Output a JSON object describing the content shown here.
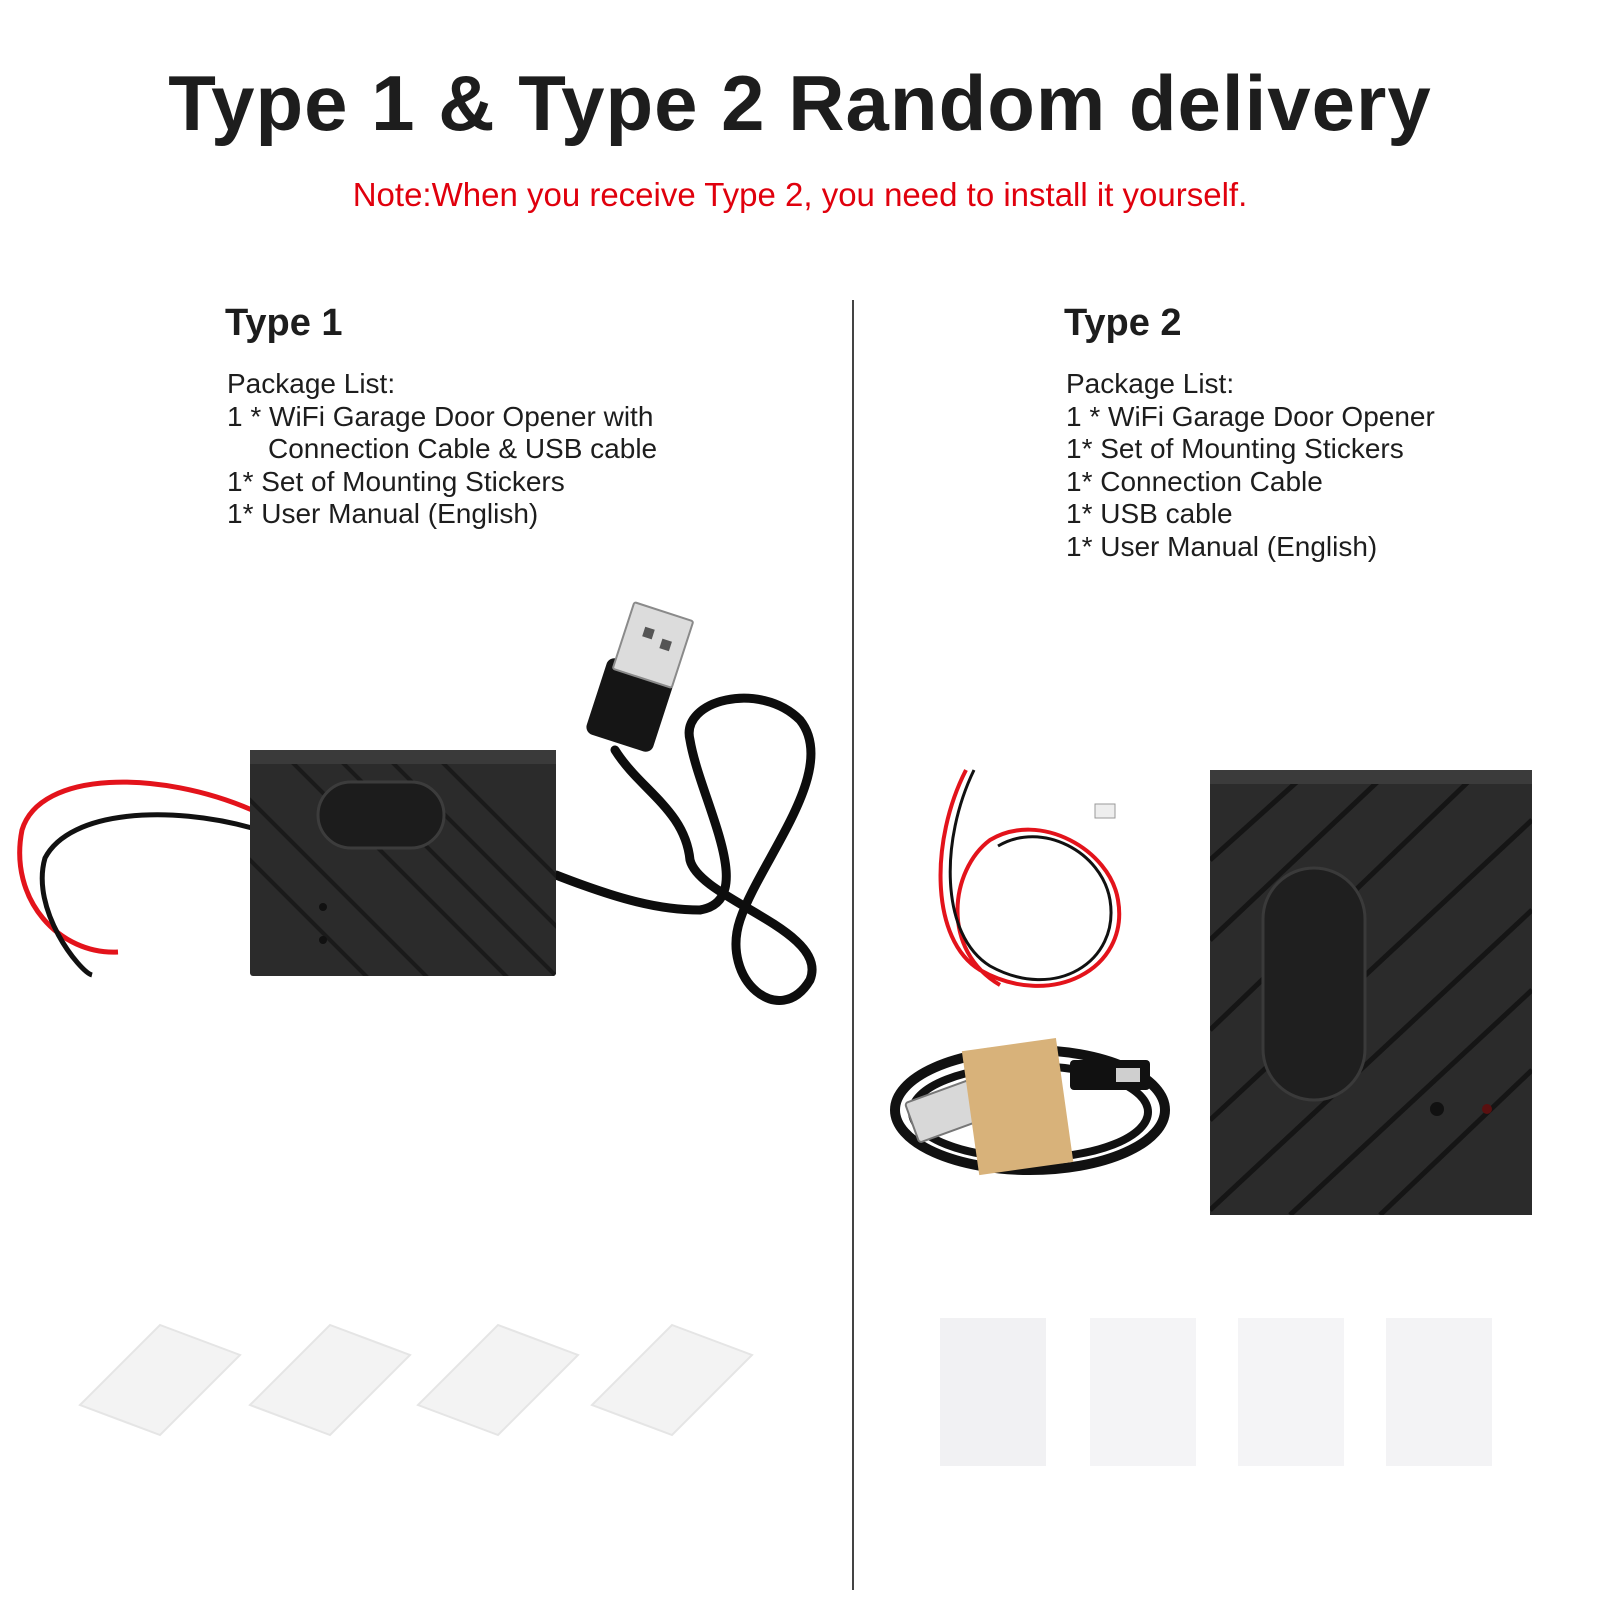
{
  "header": {
    "title": "Type 1 & Type 2 Random delivery",
    "note": "Note:When you receive Type 2, you need to install it yourself."
  },
  "type1": {
    "heading": "Type 1",
    "package_list_label": "Package List:",
    "items": [
      "1 * WiFi Garage Door Opener with",
      "Connection Cable & USB cable",
      "1* Set of Mounting Stickers",
      "1* User Manual (English)"
    ]
  },
  "type2": {
    "heading": "Type 2",
    "package_list_label": "Package List:",
    "items": [
      "1 * WiFi Garage Door Opener",
      "1* Set of Mounting Stickers",
      "1* Connection Cable",
      "1* USB cable",
      "1* User Manual (English)"
    ]
  },
  "colors": {
    "title": "#1d1d1d",
    "note": "#e0000d",
    "device_body": "#2b2b2b",
    "wire_red": "#e3131b",
    "wire_black": "#111111"
  }
}
